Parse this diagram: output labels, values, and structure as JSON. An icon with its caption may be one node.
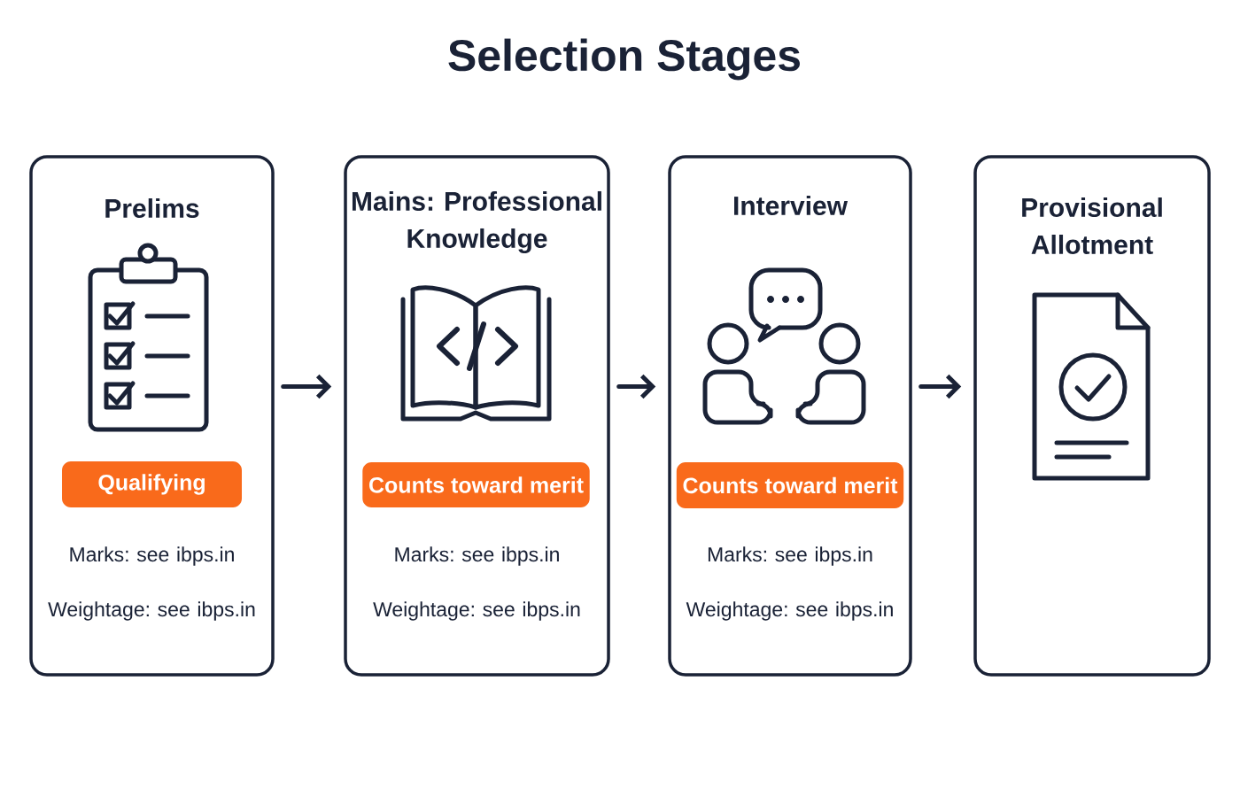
{
  "diagram": {
    "title": "Selection Stages",
    "nodes": [
      {
        "text": [
          "Prelims",
          "Marks: see ibps.in",
          "Weightage: see ibps.in"
        ]
      },
      {
        "text": [
          "Qualifying"
        ],
        "in": 0
      },
      {
        "text": [
          "Mains: Professional Knowledge",
          "Marks: see ibps.in",
          "Weightage: see ibps.in"
        ]
      },
      {
        "text": [
          "Counts toward merit"
        ],
        "in": 2
      },
      {
        "text": [
          "Interview",
          "Marks: see ibps.in",
          "Weightage: see ibps.in"
        ]
      },
      {
        "text": [
          "Counts toward merit"
        ],
        "in": 4
      },
      {
        "text": [
          "Provisional Allotment"
        ]
      }
    ],
    "edges": [
      {
        "from": 0,
        "to": 2,
        "arrow": "to"
      },
      {
        "from": 2,
        "to": 4,
        "arrow": "to"
      },
      {
        "from": 4,
        "to": 6,
        "arrow": "to"
      }
    ]
  }
}
